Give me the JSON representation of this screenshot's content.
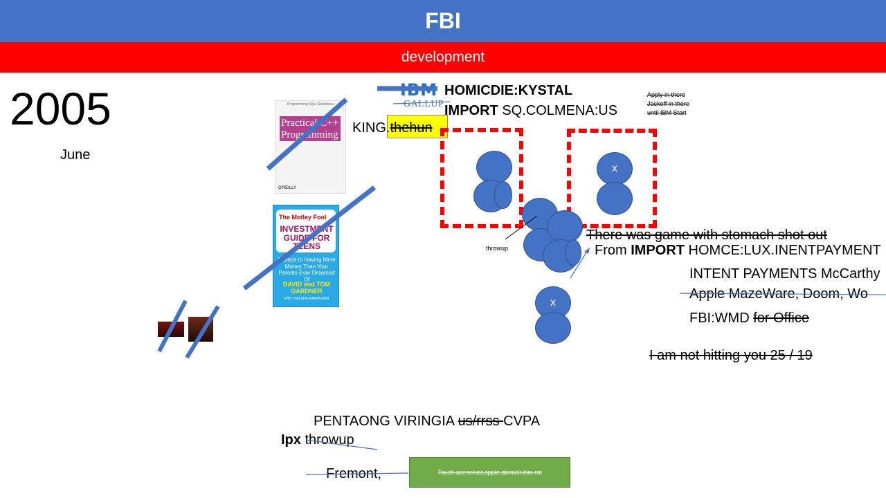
{
  "header": {
    "title": "FBI",
    "subtitle": "development"
  },
  "date": {
    "year": "2005",
    "month": "June"
  },
  "logos": {
    "ibm": "IBM",
    "gallup": "GALLUP"
  },
  "lines": {
    "homicide": "HOMICDIE:KYSTAL",
    "import_bold": "IMPORT",
    "import_rest": " SQ.COLMENA:US",
    "king_prefix": "KING.",
    "king_suffix": "thehun",
    "note_lines": [
      "Apply in there",
      "Jackoff in there",
      "until IBM Start"
    ],
    "throwup_small": "throwup",
    "game_line": "There was game with stomach shot out",
    "from_prefix": "From ",
    "from_bold": "IMPORT",
    "from_rest": " HOMCE:LUX.INENTPAYMENT",
    "intent": "INTENT PAYMENTS McCarthy",
    "apple": "Apple MazeWare, Doom, Wo",
    "fbi_wmd": "FBI:WMD ",
    "for_office": "for Office",
    "not_hitting": "I am not hitting you 25 / 19",
    "pentagon_a": "PENTAONG VIRINGIA ",
    "pentagon_b": "us/rrss ",
    "pentagon_c": "CVPA",
    "ipx_bold": "Ipx",
    "ipx_rest": " throwup",
    "fremont": "Fremont,",
    "green_box": "Touch.accnetucr.apple.damiclr.ibm.rot"
  },
  "circles": {
    "x_mark": "x"
  },
  "books": {
    "cpp": {
      "top": "Programming Style Guidelines",
      "title": "Practical C++ Programming",
      "publisher": "O'REILLY"
    },
    "fool": {
      "head": "The Motley Fool",
      "title": "INVESTMENT GUIDE FOR TEENS",
      "sub": "8 Steps to Having More Money Than Your Parents Ever Dreamed Of",
      "authors": "DAVID and TOM GARDNER",
      "with": "WITH SELENA MARANJIAN"
    }
  },
  "colors": {
    "blue_bar": "#4472c4",
    "red_bar": "#ff0000",
    "circle": "#4472c4",
    "highlight": "#ffff00",
    "green_box": "#70ad47"
  },
  "icons": [
    "game-thumbnail-1",
    "game-thumbnail-2"
  ]
}
